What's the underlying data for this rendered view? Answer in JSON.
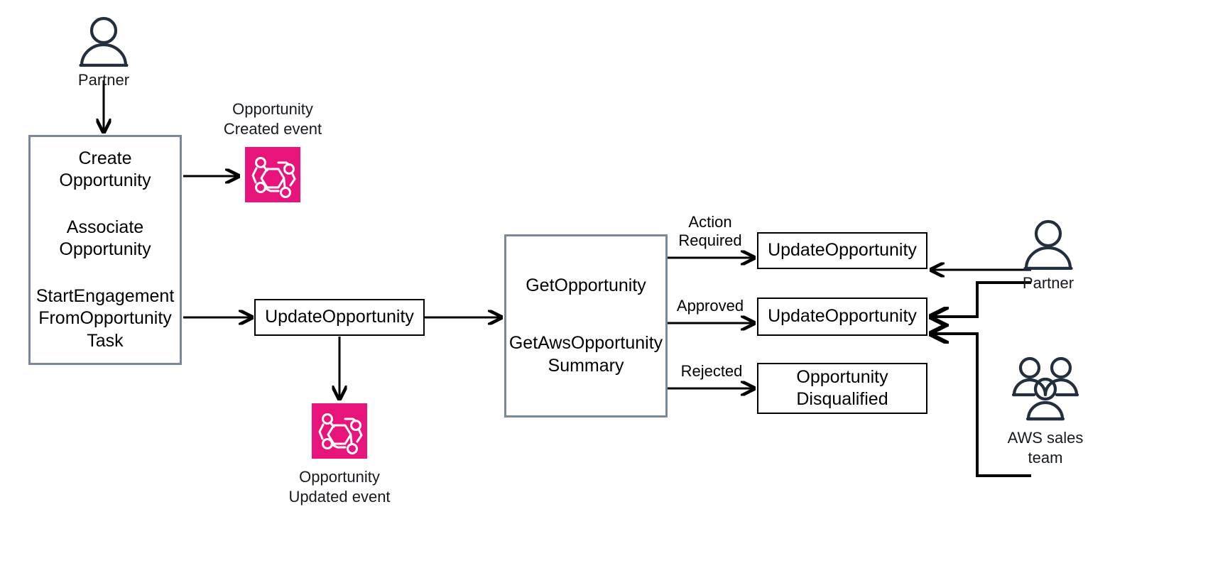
{
  "diagram": {
    "title": "AWS Partner Central opportunity lifecycle flow",
    "colors": {
      "process_border": "#7a8899",
      "api_border": "#000000",
      "actor": "#232f3e",
      "event_bg": "#e7157b",
      "arrow": "#000000",
      "background": "#ffffff"
    }
  },
  "actors": {
    "partner_left": {
      "label": "Partner",
      "icon": "user-icon"
    },
    "partner_right": {
      "label": "Partner",
      "icon": "user-icon"
    },
    "aws_sales_team": {
      "label": "AWS sales\nteam",
      "icon": "users-group-icon"
    }
  },
  "events": {
    "created": {
      "caption": "Opportunity\nCreated event",
      "icon": "eventbridge-icon"
    },
    "updated": {
      "caption": "Opportunity\nUpdated event",
      "icon": "eventbridge-icon"
    }
  },
  "nodes": {
    "partner_actions": {
      "name": "partner-actions-process",
      "groups": [
        {
          "lines": [
            "Create",
            "Opportunity"
          ]
        },
        {
          "lines": [
            "Associate",
            "Opportunity"
          ]
        },
        {
          "lines": [
            "StartEngagement",
            "FromOpportunity",
            "Task"
          ]
        }
      ]
    },
    "update_opportunity_mid": {
      "name": "update-opportunity-box",
      "lines": [
        "UpdateOpportunity"
      ]
    },
    "aws_review": {
      "name": "aws-review-process",
      "groups": [
        {
          "lines": [
            "GetOpportunity"
          ]
        },
        {
          "lines": [
            "GetAwsOpportunity",
            "Summary"
          ]
        }
      ]
    },
    "update_opportunity_action_required": {
      "name": "update-opportunity-action-required-box",
      "lines": [
        "UpdateOpportunity"
      ]
    },
    "update_opportunity_approved": {
      "name": "update-opportunity-approved-box",
      "lines": [
        "UpdateOpportunity"
      ]
    },
    "opportunity_disqualified": {
      "name": "opportunity-disqualified-box",
      "lines": [
        "Opportunity",
        "Disqualified"
      ]
    }
  },
  "edge_labels": {
    "action_required": "Action\nRequired",
    "approved": "Approved",
    "rejected": "Rejected"
  }
}
